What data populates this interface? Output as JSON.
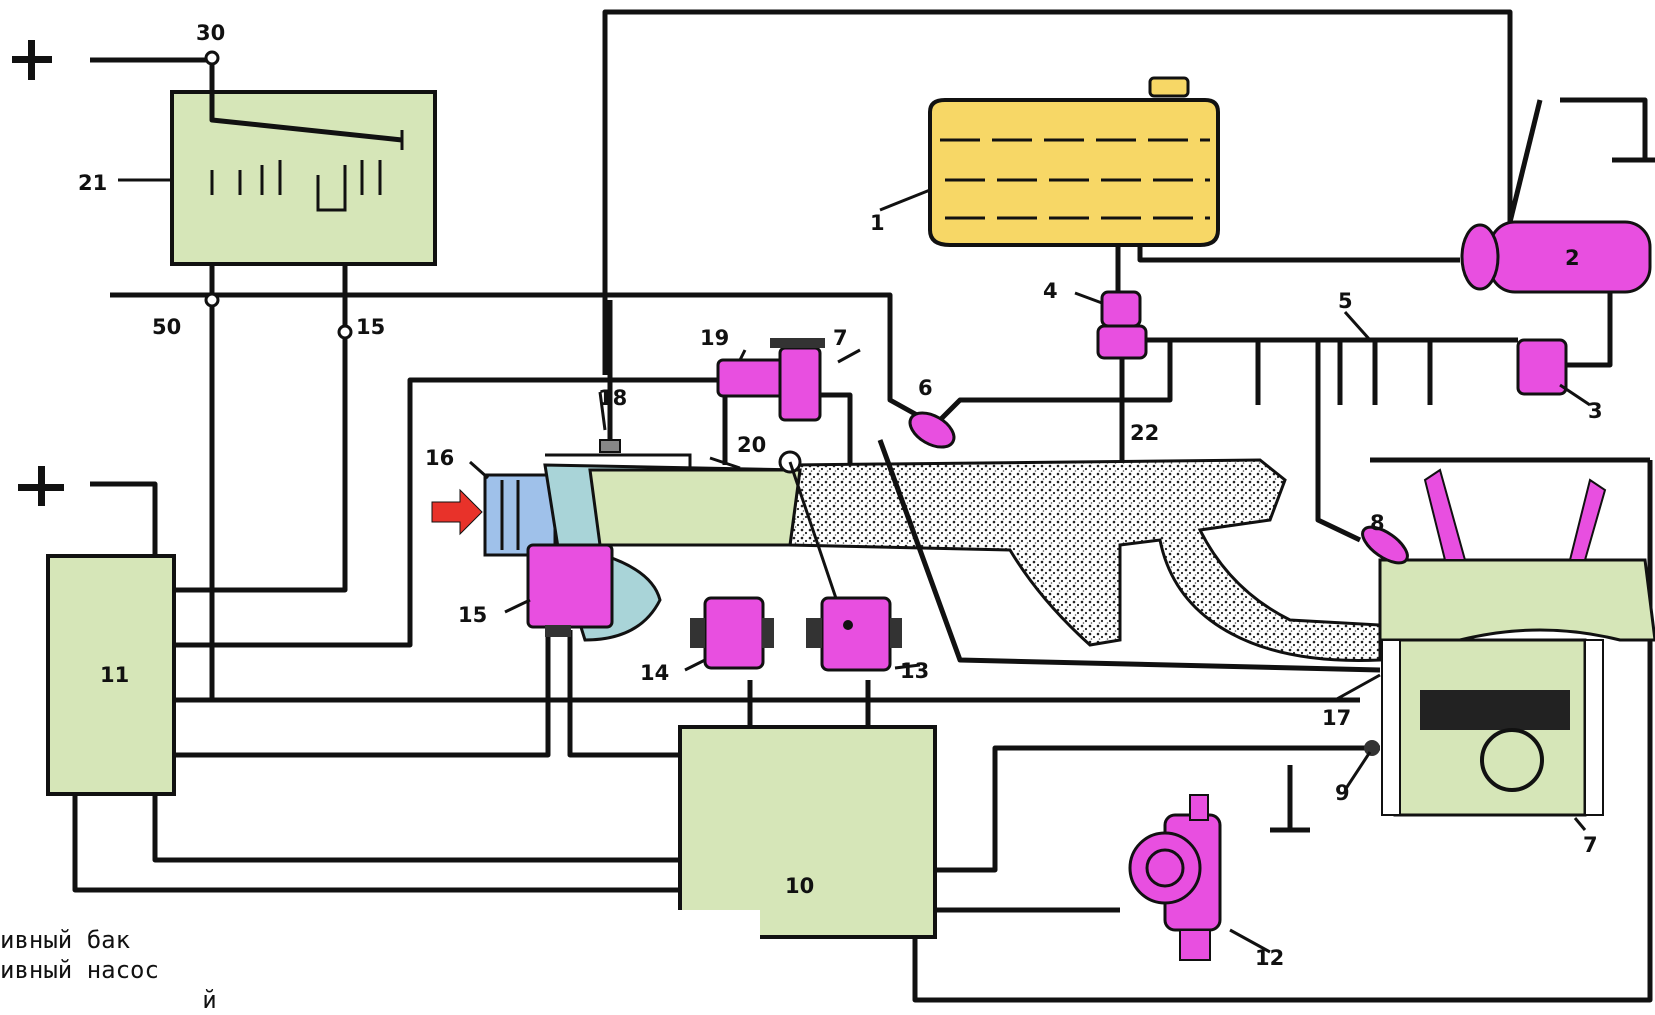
{
  "labels": {
    "n1": "1",
    "n2": "2",
    "n3": "3",
    "n4": "4",
    "n5": "5",
    "n6": "6",
    "n7a": "7",
    "n7b": "7",
    "n8": "8",
    "n9": "9",
    "n10": "10",
    "n11": "11",
    "n12": "12",
    "n13": "13",
    "n14": "14",
    "n15": "15",
    "n16": "16",
    "n17": "17",
    "n18": "18",
    "n19": "19",
    "n20": "20",
    "n21": "21",
    "n22": "22",
    "t30": "30",
    "t50": "50",
    "t15": "15"
  },
  "symbols": {
    "plus_top": "+",
    "plus_left": "+"
  },
  "legend": [
    "ивный бак",
    "ивный насос",
    "              й"
  ],
  "colors": {
    "tank": "#f7d766",
    "component": "#e84fe0",
    "module": "#d6e6b8",
    "airflow_meter": "#a9d4d8",
    "intake_filter": "#9fc1ea",
    "arrow": "#e8322a"
  }
}
